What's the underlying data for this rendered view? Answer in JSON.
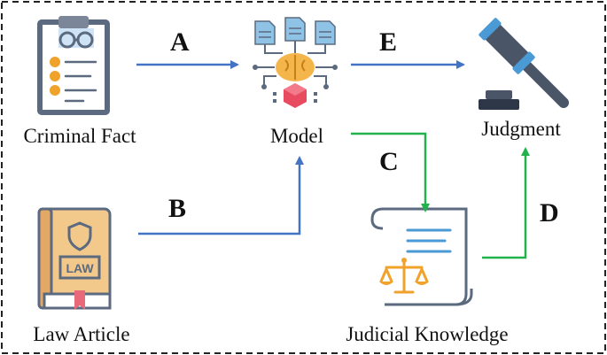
{
  "nodes": {
    "criminal_fact": {
      "label": "Criminal Fact",
      "icon": "clipboard-handcuffs-icon"
    },
    "law_article": {
      "label": "Law Article",
      "icon": "law-book-icon"
    },
    "model": {
      "label": "Model",
      "icon": "ai-brain-model-icon"
    },
    "judicial_knowledge": {
      "label": "Judicial Knowledge",
      "icon": "scroll-scales-icon"
    },
    "judgment": {
      "label": "Judgment",
      "icon": "gavel-icon"
    }
  },
  "edges": {
    "a": {
      "label": "A",
      "from": "criminal_fact",
      "to": "model",
      "color": "#4472c4"
    },
    "b": {
      "label": "B",
      "from": "law_article",
      "to": "model",
      "color": "#4472c4"
    },
    "c": {
      "label": "C",
      "from": "model",
      "to": "judicial_knowledge",
      "color": "#22b24c"
    },
    "d": {
      "label": "D",
      "from": "judicial_knowledge",
      "to": "judgment",
      "color": "#22b24c"
    },
    "e": {
      "label": "E",
      "from": "model",
      "to": "judgment",
      "color": "#4472c4"
    }
  },
  "colors": {
    "blue_arrow": "#4472c4",
    "green_arrow": "#22b24c",
    "frame": "#222222"
  }
}
